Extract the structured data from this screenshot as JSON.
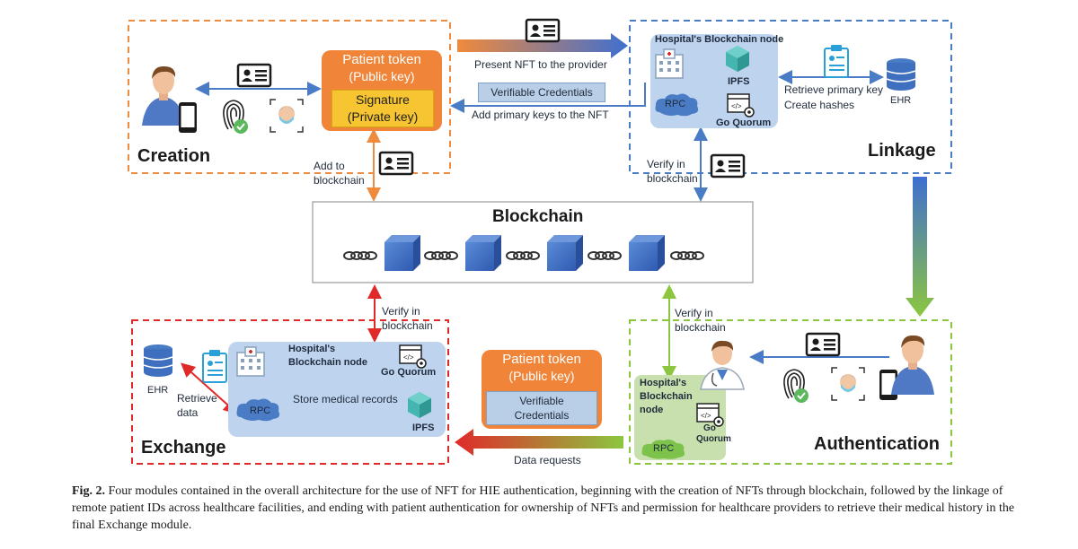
{
  "modules": {
    "creation": "Creation",
    "linkage": "Linkage",
    "exchange": "Exchange",
    "authentication": "Authentication",
    "blockchain": "Blockchain"
  },
  "creation_token": {
    "title": "Patient token",
    "public_key": "(Public key)",
    "signature": "Signature",
    "private_key": "(Private key)"
  },
  "exchange_token": {
    "title": "Patient token",
    "public_key": "(Public key)",
    "vc_line1": "Verifiable",
    "vc_line2": "Credentials"
  },
  "linkage_node": {
    "title": "Hospital's Blockchain node",
    "ipfs": "IPFS",
    "rpc": "RPC",
    "quorum": "Go Quorum",
    "ehr": "EHR"
  },
  "exchange_node": {
    "title_line1": "Hospital's",
    "title_line2": "Blockchain node",
    "quorum": "Go Quorum",
    "rpc": "RPC",
    "ipfs": "IPFS",
    "ehr": "EHR"
  },
  "auth_node": {
    "title_line1": "Hospital's",
    "title_line2": "Blockchain",
    "title_line3": "node",
    "quorum_line1": "Go",
    "quorum_line2": "Quorum",
    "rpc": "RPC"
  },
  "labels": {
    "present_nft": "Present NFT to the provider",
    "verifiable_credentials": "Verifiable Credentials",
    "add_primary_keys": "Add primary keys to the NFT",
    "retrieve_primary_key": "Retrieve primary key",
    "create_hashes": "Create hashes",
    "add_to": "Add to",
    "blockchain_word": "blockchain",
    "verify_in": "Verify in",
    "verify_in_blockchain": "blockchain",
    "retrieve": "Retrieve",
    "data": "data",
    "store_medical_records": "Store medical records",
    "data_requests": "Data requests"
  },
  "caption": {
    "fig": "Fig. 2.",
    "text": " Four modules contained in the overall architecture for the use of NFT for HIE authentication, beginning with the creation of NFTs through blockchain, followed by the linkage of remote patient IDs across healthcare facilities, and ending with patient authentication for ownership of NFTs and permission for healthcare providers to retrieve their medical history in the final Exchange module."
  },
  "colors": {
    "creation_border": "#f08a3c",
    "linkage_border": "#4a7cc6",
    "exchange_border": "#e02a2a",
    "auth_border": "#8cc63f",
    "token_orange": "#f0853a",
    "token_yellow": "#f7c531",
    "node_blue": "#bdd3ee",
    "cube_blue": "#4472c4",
    "arrow_blue": "#4a7cc6",
    "arrow_orange": "#f08a3c",
    "arrow_red": "#e02a2a",
    "arrow_green": "#8cc63f"
  },
  "icons": [
    "person-icon",
    "phone-icon",
    "fingerprint-icon",
    "face-scan-icon",
    "id-card-icon",
    "hospital-icon",
    "ipfs-cube-icon",
    "rpc-cloud-icon",
    "quorum-icon",
    "clipboard-icon",
    "database-icon",
    "doctor-icon",
    "chain-icon",
    "block-icon"
  ]
}
